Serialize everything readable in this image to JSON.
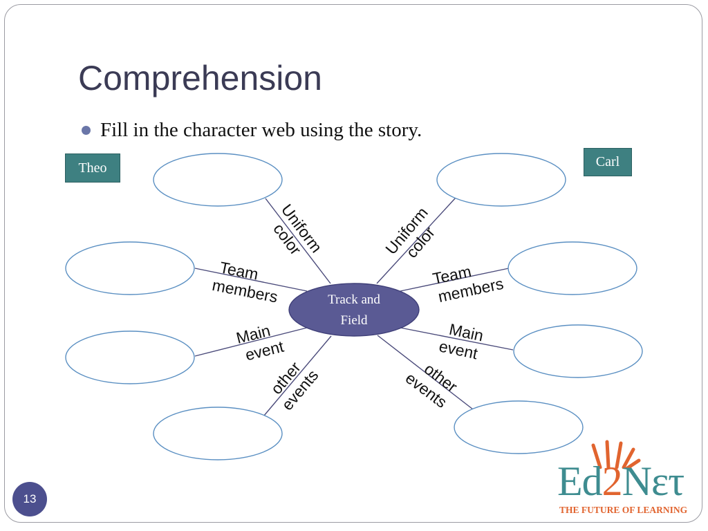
{
  "slide": {
    "title": "Comprehension",
    "bullet": "Fill in the character web using the story.",
    "page_number": "13"
  },
  "characters": {
    "left": "Theo",
    "right": "Carl"
  },
  "web": {
    "center": [
      "Track and",
      "Field"
    ],
    "spokes_left": [
      {
        "lines": [
          "Uniform",
          "color"
        ]
      },
      {
        "lines": [
          "Team",
          "members"
        ]
      },
      {
        "lines": [
          "Main",
          "event"
        ]
      },
      {
        "lines": [
          "other",
          "events"
        ]
      }
    ],
    "spokes_right": [
      {
        "lines": [
          "Uniform",
          "color"
        ]
      },
      {
        "lines": [
          "Team",
          "members"
        ]
      },
      {
        "lines": [
          "Main",
          "event"
        ]
      },
      {
        "lines": [
          "other",
          "events"
        ]
      }
    ]
  },
  "logo": {
    "brand_prefix": "Ed",
    "brand_two": "2",
    "brand_suffix": "Nετ",
    "tagline": "THE FUTURE OF LEARNING"
  },
  "colors": {
    "title": "#3b3b55",
    "center_fill": "#5a5a94",
    "blank_stroke": "#5a8fc2",
    "spoke_line": "#4a4a7a",
    "char_box": "#3e8081",
    "logo_teal": "#3e8c90",
    "logo_orange": "#e1642f"
  }
}
